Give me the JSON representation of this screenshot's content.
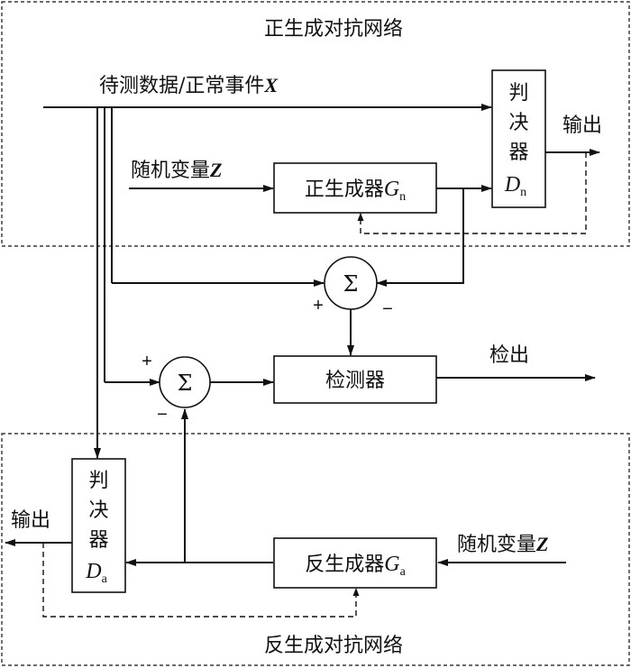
{
  "groups": {
    "positive_gan": "正生成对抗网络",
    "negative_gan": "反生成对抗网络"
  },
  "inputs": {
    "data_main": "待测数据/正常事件",
    "data_var": "X",
    "noise_main": "随机变量",
    "noise_var": "Z"
  },
  "blocks": {
    "pos_generator_main": "正生成器",
    "pos_generator_var": "G",
    "pos_generator_sub": "n",
    "neg_generator_main": "反生成器",
    "neg_generator_var": "G",
    "neg_generator_sub": "a",
    "discriminator_chars": [
      "判",
      "决",
      "器"
    ],
    "pos_discriminator_var": "D",
    "pos_discriminator_sub": "n",
    "neg_discriminator_var": "D",
    "neg_discriminator_sub": "a",
    "detector": "检测器"
  },
  "summers": {
    "symbol": "Σ",
    "plus": "+",
    "minus": "−"
  },
  "outputs": {
    "output": "输出",
    "detection": "检出"
  }
}
